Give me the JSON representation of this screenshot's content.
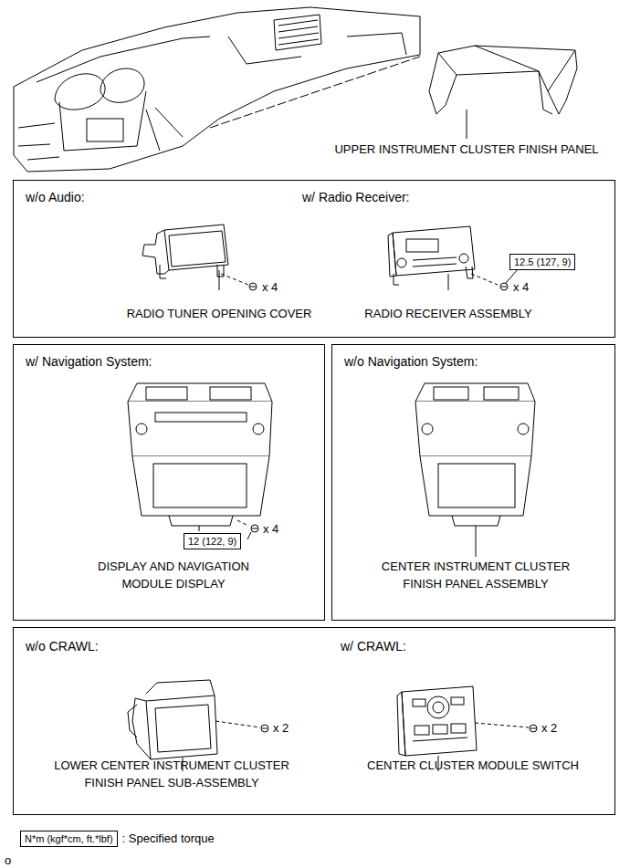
{
  "diagram": {
    "nodes": [
      {
        "text": [
          "w/o Audio:",
          "w/ Radio Receiver:"
        ]
      },
      {
        "text": [
          "12.5 (127, 9)"
        ],
        "in": 0
      },
      {
        "text": [
          "w/ Navigation System:"
        ]
      },
      {
        "text": [
          "12 (122, 9)"
        ],
        "in": 2
      },
      {
        "text": [
          "w/o Navigation System:"
        ]
      },
      {
        "text": [
          "w/o CRAWL:",
          "w/ CRAWL:"
        ]
      },
      {
        "text": [
          "N*m (kgf*cm, ft.*lbf)"
        ]
      }
    ],
    "labels": [
      "UPPER INSTRUMENT CLUSTER FINISH PANEL",
      "x 4",
      "RADIO TUNER OPENING COVER",
      "x 4",
      "RADIO RECEIVER ASSEMBLY",
      "x 4",
      "DISPLAY AND NAVIGATION MODULE DISPLAY",
      "CENTER INSTRUMENT CLUSTER FINISH PANEL ASSEMBLY",
      "x 2",
      "LOWER CENTER INSTRUMENT CLUSTER FINISH PANEL SUB-ASSEMBLY",
      "x 2",
      "CENTER CLUSTER MODULE SWITCH",
      ": Specified torque",
      "o"
    ]
  }
}
